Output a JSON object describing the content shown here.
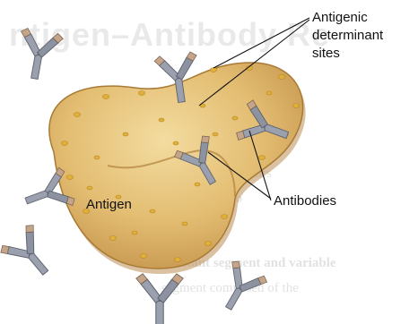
{
  "labels": {
    "antigenic_determinant_line1": "Antigenic",
    "antigenic_determinant_line2": "determinant",
    "antigenic_determinant_line3": "sites",
    "antigen": "Antigen",
    "antibodies": "Antibodies"
  },
  "colors": {
    "antigen_fill": "#e6c47a",
    "antigen_shadow": "#c89a4a",
    "antigen_outline": "#a87a34",
    "determinant_site": "#e0b13a",
    "antibody_fill": "#9aa0ad",
    "antibody_dark": "#6b6f7c",
    "antibody_tip": "#c4a58a",
    "leader_line": "#111111"
  }
}
